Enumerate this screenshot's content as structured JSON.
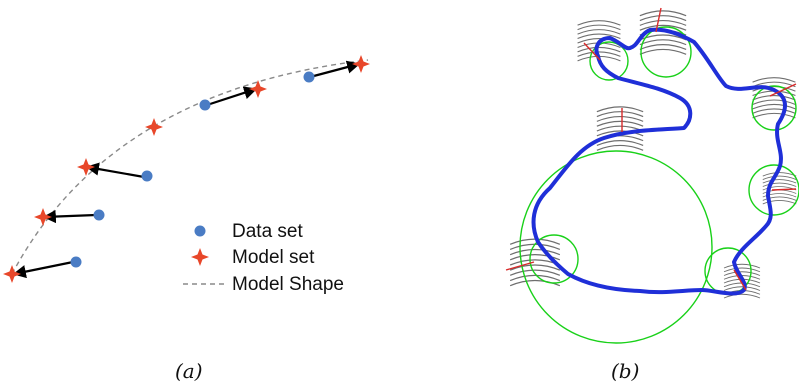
{
  "legend": {
    "items": [
      {
        "label": "Data set",
        "marker": "circle",
        "color": "#4a7cc4"
      },
      {
        "label": "Model set",
        "marker": "star",
        "color": "#e8472a"
      },
      {
        "label": "Model Shape",
        "marker": "dashed-line",
        "color": "#8a8a8a"
      }
    ]
  },
  "captions": {
    "left": "(a)",
    "right": "(b)"
  },
  "colors": {
    "data_point": "#4a7cc4",
    "model_point": "#e8472a",
    "model_curve": "#8a8a8a",
    "arrow": "#000000",
    "contour": "#1f2fd8",
    "circle": "#19d119",
    "fingerprint": "#6e6e6e",
    "normal": "#d92a2a"
  }
}
